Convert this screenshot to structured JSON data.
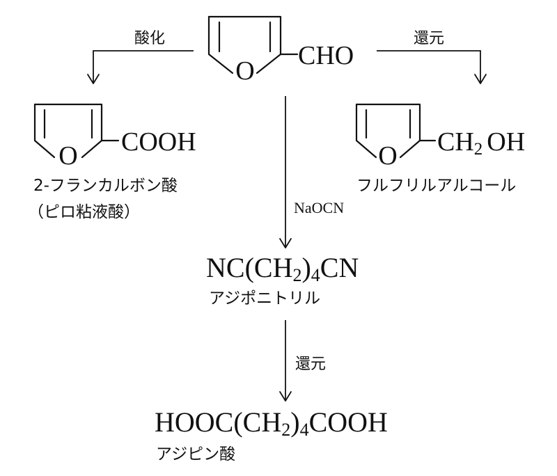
{
  "diagram": {
    "furfural": {
      "substituent": "CHO",
      "ring_o": "O"
    },
    "oxidation": {
      "label": "酸化"
    },
    "reduction_top": {
      "label": "還元"
    },
    "furoic_acid": {
      "substituent": "COOH",
      "ring_o": "O",
      "name": "2-フランカルボン酸",
      "alt_name": "（ピロ粘液酸）"
    },
    "furfuryl_alcohol": {
      "substituent_a": "CH",
      "substituent_sub": "2",
      "substituent_b": "OH",
      "ring_o": "O",
      "name": "フルフリルアルコール"
    },
    "reagent": {
      "label": "NaOCN"
    },
    "adiponitrile": {
      "part_a": "NC(CH",
      "sub_a": "2",
      "part_b": ")",
      "sub_b": "4",
      "part_c": "CN",
      "name": "アジポニトリル"
    },
    "reduction_bottom": {
      "label": "還元"
    },
    "adipic_acid": {
      "part_a": "HOOC(CH",
      "sub_a": "2",
      "part_b": ")",
      "sub_b": "4",
      "part_c": "COOH",
      "name": "アジピン酸"
    }
  }
}
